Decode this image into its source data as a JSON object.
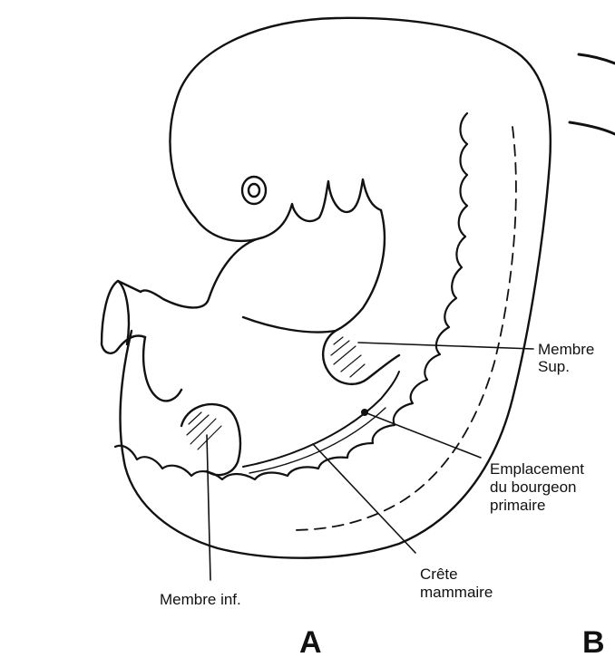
{
  "labels": {
    "membre_sup_line1": "Membre",
    "membre_sup_line2": "Sup.",
    "emplacement_line1": "Emplacement",
    "emplacement_line2": "du bourgeon",
    "emplacement_line3": "primaire",
    "crete_line1": "Crête",
    "crete_line2": "mammaire",
    "membre_inf": "Membre inf."
  },
  "panels": {
    "a": "A",
    "b": "B"
  },
  "colors": {
    "ink": "#111111",
    "background": "#ffffff"
  }
}
